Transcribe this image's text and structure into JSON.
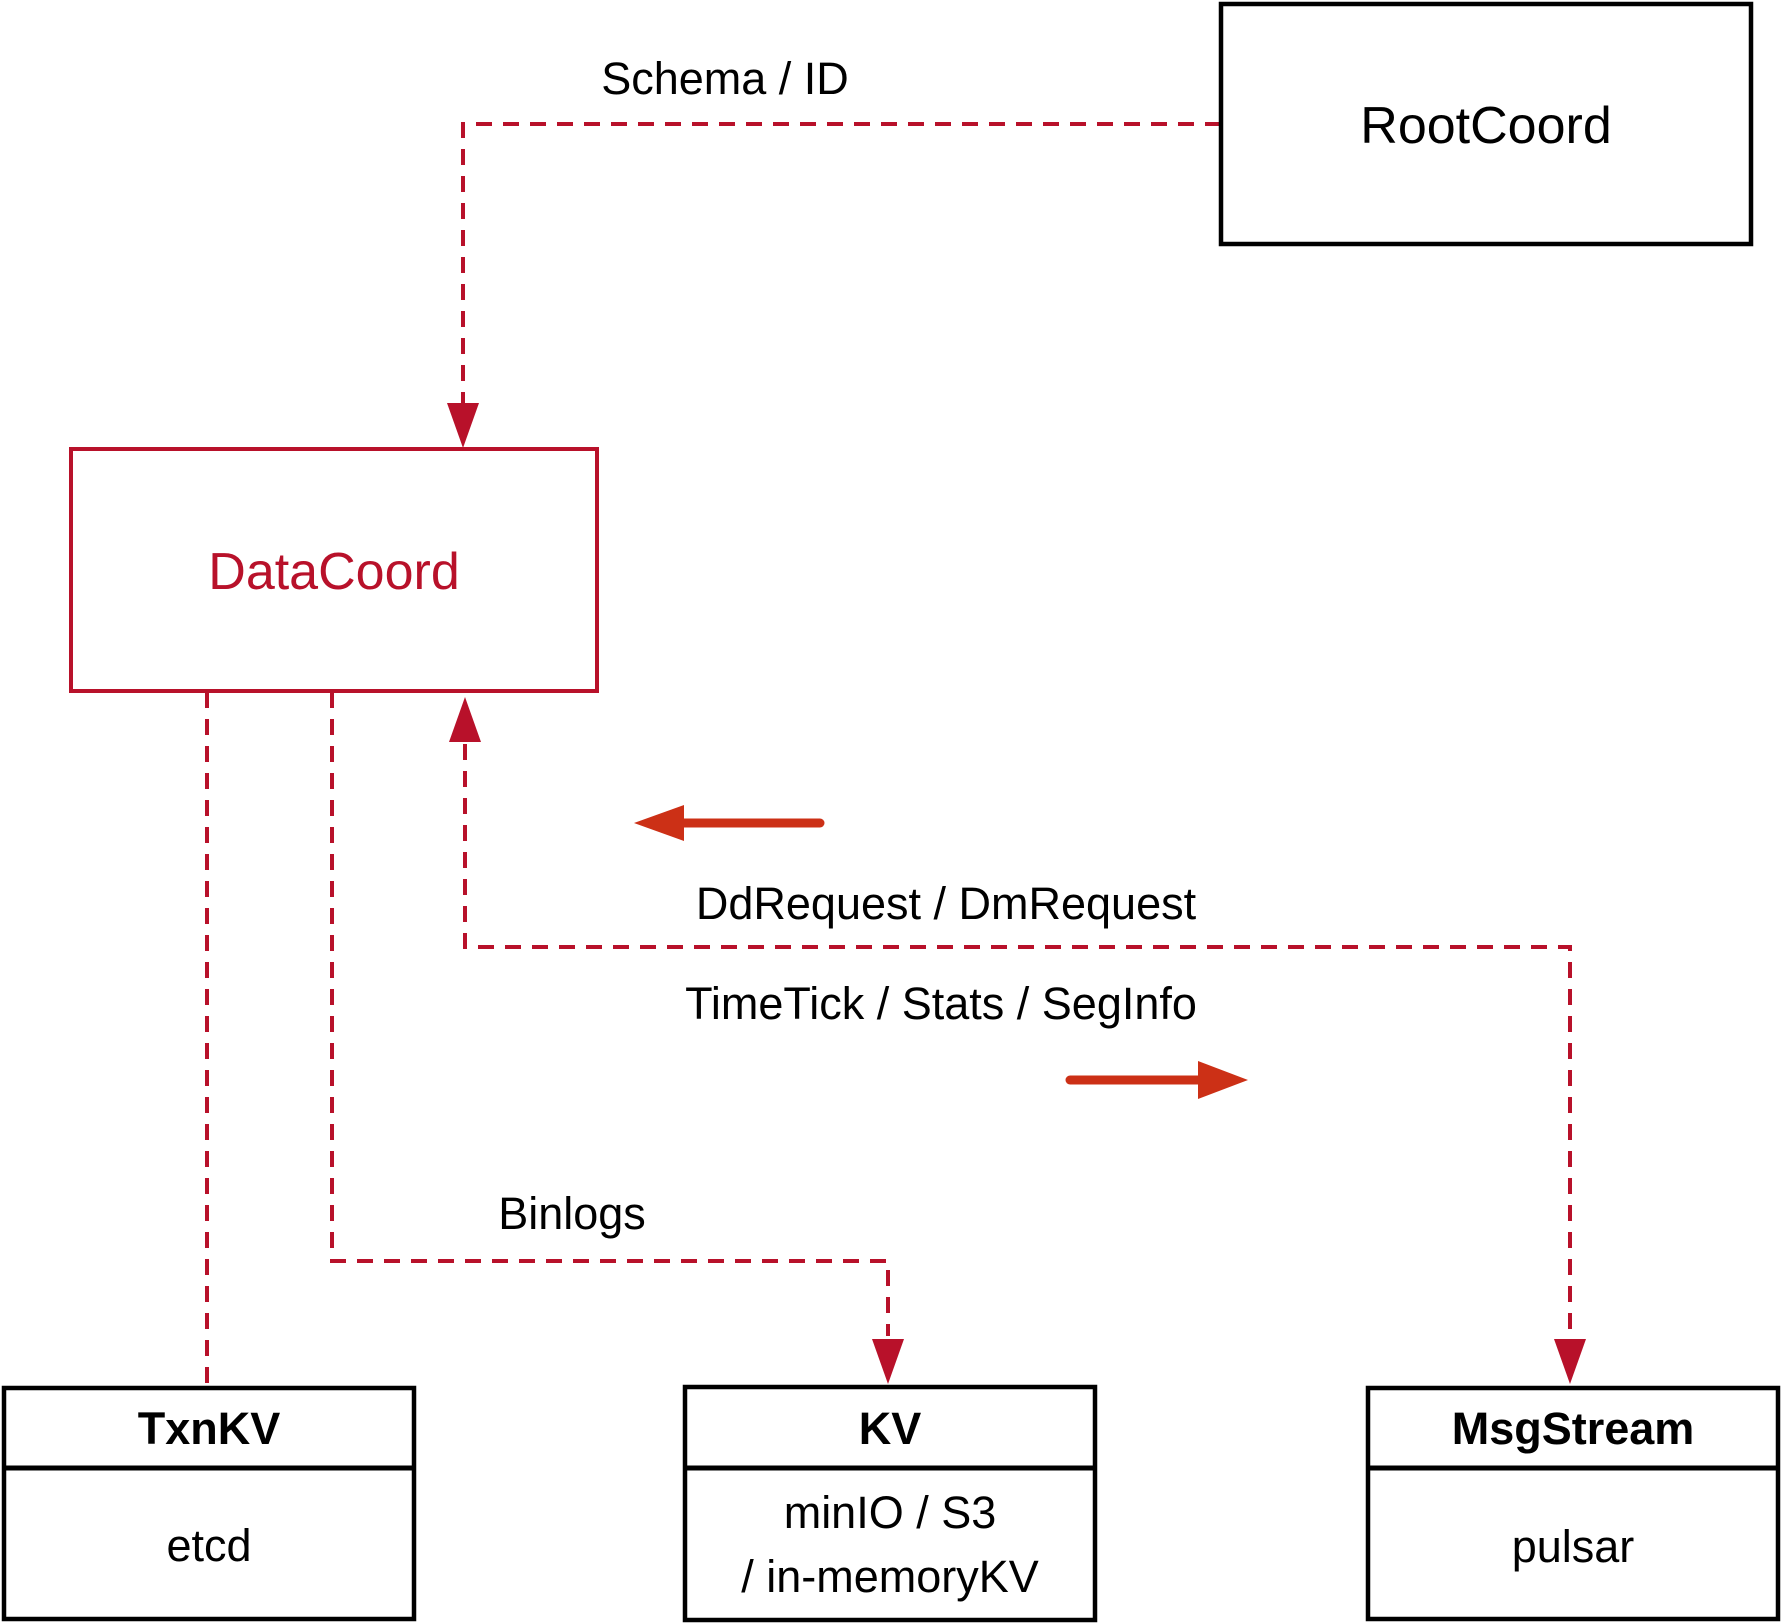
{
  "diagram": {
    "nodes": {
      "rootcoord": {
        "label": "RootCoord"
      },
      "datacoord": {
        "label": "DataCoord"
      },
      "txnkv": {
        "title": "TxnKV",
        "body": "etcd"
      },
      "kv": {
        "title": "KV",
        "body_line1": "minIO / S3",
        "body_line2": "/ in-memoryKV"
      },
      "msgstream": {
        "title": "MsgStream",
        "body": "pulsar"
      }
    },
    "edge_labels": {
      "schema_id": "Schema / ID",
      "dd_request": "DdRequest / DmRequest",
      "timetick": "TimeTick / Stats / SegInfo",
      "binlogs": "Binlogs"
    },
    "colors": {
      "crimson": "#b8112a",
      "arrow_red": "#cc3016",
      "text": "#000000",
      "background": "#ffffff"
    }
  }
}
